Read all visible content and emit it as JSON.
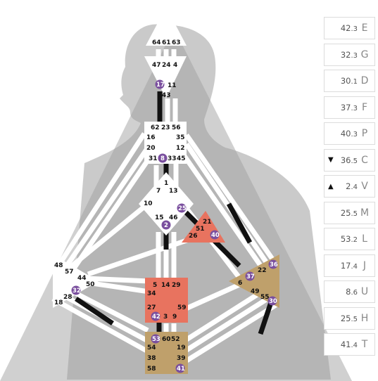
{
  "bodygraph": {
    "gates": {
      "head": [
        "64",
        "61",
        "63"
      ],
      "ajna": [
        "47",
        "24",
        "4",
        "11",
        "43"
      ],
      "ajna_highlight": "17",
      "throat": [
        "62",
        "23",
        "56",
        "16",
        "35",
        "20",
        "12",
        "31",
        "33",
        "45"
      ],
      "throat_highlight": "8",
      "g": [
        "1",
        "7",
        "13",
        "10",
        "15",
        "46"
      ],
      "g_highlight": [
        "25",
        "2"
      ],
      "heart": [
        "21",
        "51",
        "26"
      ],
      "heart_highlight": "40",
      "spleen": [
        "48",
        "57",
        "44",
        "50",
        "28",
        "18"
      ],
      "spleen_highlight": "32",
      "sacral": [
        "5",
        "14",
        "29",
        "34",
        "27",
        "59",
        "3",
        "9"
      ],
      "sacral_highlight": "42",
      "solar": [
        "22",
        "6",
        "49",
        "55"
      ],
      "solar_highlight": [
        "36",
        "37",
        "30"
      ],
      "root": [
        "60",
        "52",
        "54",
        "19",
        "38",
        "39",
        "58"
      ],
      "root_highlight": [
        "53",
        "41"
      ]
    },
    "colors": {
      "background_figure": "#bdbdbd",
      "center_defined_red": "#e8735f",
      "center_defined_tan": "#bfa06b",
      "highlight": "#7a4f9e"
    }
  },
  "panel": [
    {
      "whole": "42",
      "dec": ".3",
      "letter": "E",
      "arrow": ""
    },
    {
      "whole": "32",
      "dec": ".3",
      "letter": "G",
      "arrow": ""
    },
    {
      "whole": "30",
      "dec": ".1",
      "letter": "D",
      "arrow": ""
    },
    {
      "whole": "37",
      "dec": ".3",
      "letter": "F",
      "arrow": ""
    },
    {
      "whole": "40",
      "dec": ".3",
      "letter": "P",
      "arrow": ""
    },
    {
      "whole": "36",
      "dec": ".5",
      "letter": "C",
      "arrow": "▼"
    },
    {
      "whole": "2",
      "dec": ".4",
      "letter": "V",
      "arrow": "▲"
    },
    {
      "whole": "25",
      "dec": ".5",
      "letter": "M",
      "arrow": ""
    },
    {
      "whole": "53",
      "dec": ".2",
      "letter": "L",
      "arrow": ""
    },
    {
      "whole": "17",
      "dec": ".4",
      "letter": "J",
      "arrow": ""
    },
    {
      "whole": "8",
      "dec": ".6",
      "letter": "U",
      "arrow": ""
    },
    {
      "whole": "25",
      "dec": ".5",
      "letter": "H",
      "arrow": ""
    },
    {
      "whole": "41",
      "dec": ".4",
      "letter": "T",
      "arrow": ""
    }
  ]
}
